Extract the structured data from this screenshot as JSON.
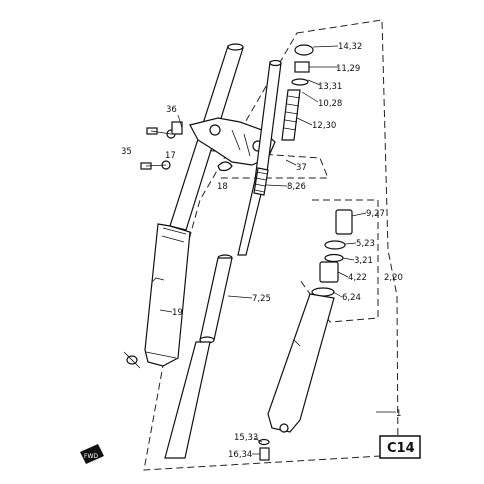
{
  "diagram": {
    "code": "C14",
    "stamp": "FWD",
    "labels": {
      "l_14_32": "14,32",
      "l_11_29": "11,29",
      "l_13_31": "13,31",
      "l_10_28": "10,28",
      "l_12_30": "12,30",
      "l_36": "36",
      "l_35": "35",
      "l_17": "17",
      "l_37": "37",
      "l_18": "18",
      "l_8_26": "8,26",
      "l_9_27": "9,27",
      "l_5_23": "5,23",
      "l_3_21": "3,21",
      "l_4_22": "4,22",
      "l_2_20": "2,20",
      "l_6_24": "6,24",
      "l_7_25": "7,25",
      "l_19": "19",
      "l_1": "1",
      "l_15_33": "15,33",
      "l_16_34": "16,34"
    }
  }
}
